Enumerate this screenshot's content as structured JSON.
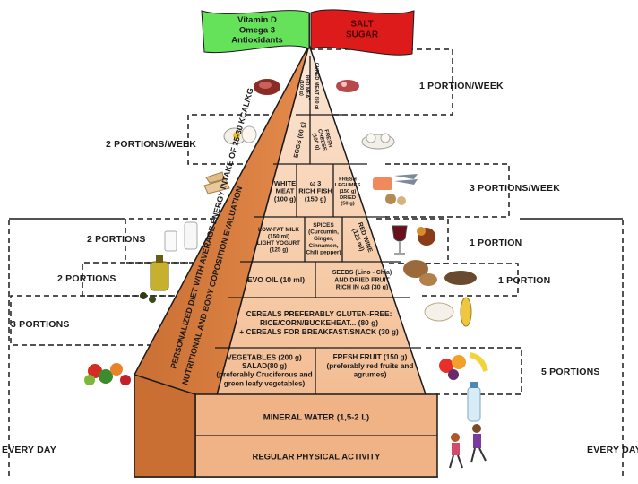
{
  "flags": {
    "green": {
      "lines": [
        "Vitamin D",
        "Omega 3",
        "Antioxidants"
      ],
      "color": "#66e15a"
    },
    "red": {
      "lines": [
        "SALT",
        "SUGAR"
      ],
      "color": "#dd1b1b"
    }
  },
  "side_text": {
    "line1": "PERSONALIZED DIET WITH AVERAGE ENERGY INTAKE OF 25-30 KCAL/KG",
    "line2": "NUTRITIONAL AND BODY COPOSITION EVALUATION"
  },
  "pyramid": {
    "apex": {
      "left": [
        "RED MEAT",
        "(100 g)"
      ],
      "right": [
        "CURED MEAT (50 g)"
      ]
    },
    "eggs_row": {
      "left": [
        "EGGS (60 g)"
      ],
      "right": [
        "FRESH",
        "CHEESE",
        "(100 g)"
      ]
    },
    "meat_fish_row": {
      "a": [
        "WHITE",
        "MEAT",
        "(100 g)"
      ],
      "b": [
        "ω 3",
        "RICH FISH",
        "(150 g)"
      ],
      "c": [
        "FRESH",
        "LEGUMES",
        "(150 g)",
        "DRIED",
        "(50 g)"
      ]
    },
    "dairy_row": {
      "a": [
        "LOW-FAT MILK",
        "(150 ml)",
        "LIGHT YOGURT",
        "(125 g)"
      ],
      "b": [
        "SPICES",
        "(Curcumin,",
        "Ginger,",
        "Cinnamon,",
        "Chili pepper)"
      ],
      "c": [
        "RED WINE",
        "(125 ml)"
      ]
    },
    "oil_row": {
      "a": [
        "EVO OIL (10 ml)"
      ],
      "b": [
        "SEEDS (Lino - Chia)",
        "AND DRIED FRUIT",
        "RICH IN ω3 (30 g)"
      ]
    },
    "cereal_row": {
      "a": [
        "CEREALS PREFERABLY GLUTEN-FREE:",
        "RICE/CORN/BUCKEHEAT... (80 g)",
        "+ CEREALS FOR BREAKFAST/SNACK (30 g)"
      ]
    },
    "veg_row": {
      "a": [
        "VEGETABLES (200 g)",
        "SALAD(80 g)",
        "(preferably Cruciferous and",
        "green leafy vegetables)"
      ],
      "b": [
        "FRESH FRUIT (150 g)",
        "(preferably red fruits and",
        "agrumes)"
      ]
    },
    "water_row": {
      "a": [
        "MINERAL WATER (1,5-2 L)"
      ]
    },
    "activity_row": {
      "a": [
        "REGULAR PHYSICAL ACTIVITY"
      ]
    }
  },
  "labels": {
    "week1": "1 PORTION/WEEK",
    "week2": "2 PORTIONS/WEEK",
    "week3": "3 PORTIONS/WEEK",
    "left_2a": "2 PORTIONS",
    "left_2b": "2 PORTIONS",
    "left_3": "3 PORTIONS",
    "right_1a": "1 PORTION",
    "right_1b": "1 PORTION",
    "right_5": "5 PORTIONS",
    "every_day_left": "EVERY DAY",
    "every_day_right": "EVERY DAY"
  },
  "colors": {
    "layer_top": "#fbe7d6",
    "layer_mid": "#f6caa6",
    "layer_bottom": "#f0b386",
    "side_face": "#e48a4c",
    "side_face_dark": "#c96f33",
    "outline": "#1a1a1a"
  }
}
